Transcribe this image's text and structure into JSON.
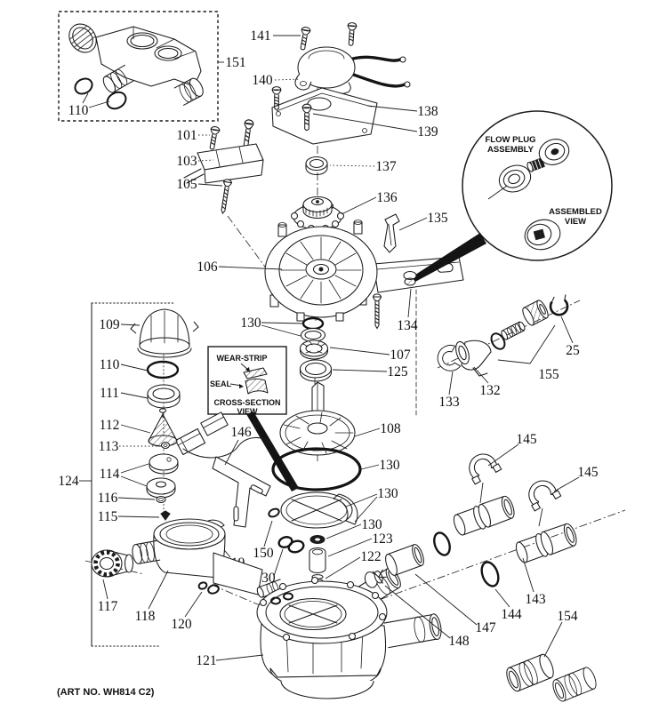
{
  "figure": {
    "art_no": "(ART NO. WH814 C2)",
    "insets": {
      "flow_plug_line1": "FLOW PLUG",
      "flow_plug_line2": "ASSEMBLY",
      "assembled_line1": "ASSEMBLED",
      "assembled_line2": "VIEW",
      "wear_strip": "WEAR-STRIP",
      "seal": "SEAL",
      "cross_section_line1": "CROSS-SECTION",
      "cross_section_line2": "VIEW"
    },
    "callouts": {
      "c101": "101",
      "c103": "103",
      "c105": "105",
      "c106": "106",
      "c107": "107",
      "c108": "108",
      "c109": "109",
      "c110": "110",
      "c110_inset": "110",
      "c111": "111",
      "c112": "112",
      "c113": "113",
      "c114": "114",
      "c115": "115",
      "c116": "116",
      "c117": "117",
      "c118": "118",
      "c119": "119",
      "c120": "120",
      "c121": "121",
      "c122": "122",
      "c123": "123",
      "c124": "124",
      "c125": "125",
      "c130_a": "130",
      "c130_b": "130",
      "c130_c": "130",
      "c130_d": "130",
      "c130_e": "130",
      "c132": "132",
      "c133": "133",
      "c134": "134",
      "c135": "135",
      "c136": "136",
      "c137": "137",
      "c138": "138",
      "c139": "139",
      "c140": "140",
      "c141": "141",
      "c143": "143",
      "c144": "144",
      "c145_a": "145",
      "c145_b": "145",
      "c146": "146",
      "c147": "147",
      "c148": "148",
      "c150": "150",
      "c151": "151",
      "c154": "154",
      "c155": "155",
      "c25": "25"
    }
  }
}
